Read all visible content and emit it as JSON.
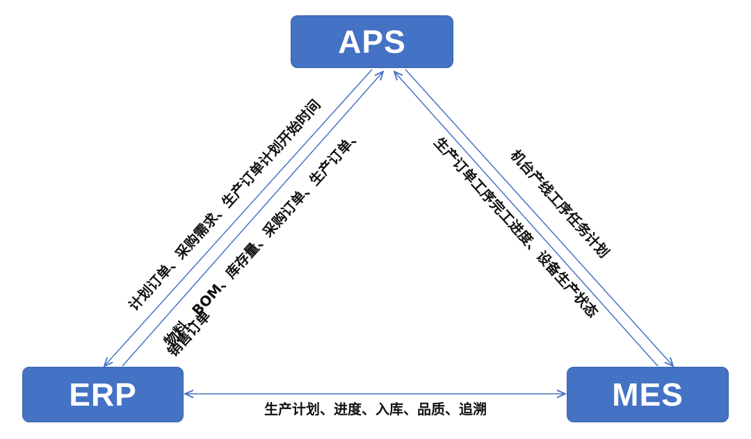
{
  "nodes": {
    "aps": "APS",
    "erp": "ERP",
    "mes": "MES"
  },
  "edges": {
    "erp_to_aps": "物料、BOM、库存量、采购订单、生产订单、",
    "erp_to_aps_line2": "销售订单",
    "aps_to_erp": "计划订单、采购需求、生产订单计划开始时间",
    "aps_to_mes": "机台产线工序任务计划",
    "mes_to_aps": "生产订单工序完工进度、设备生产状态",
    "erp_mes": "生产计划、进度、入库、品质、追溯"
  },
  "colors": {
    "node_fill": "#4472C4",
    "arrow": "#4472C4",
    "node_text": "#FFFFFF",
    "label_text": "#111111"
  }
}
